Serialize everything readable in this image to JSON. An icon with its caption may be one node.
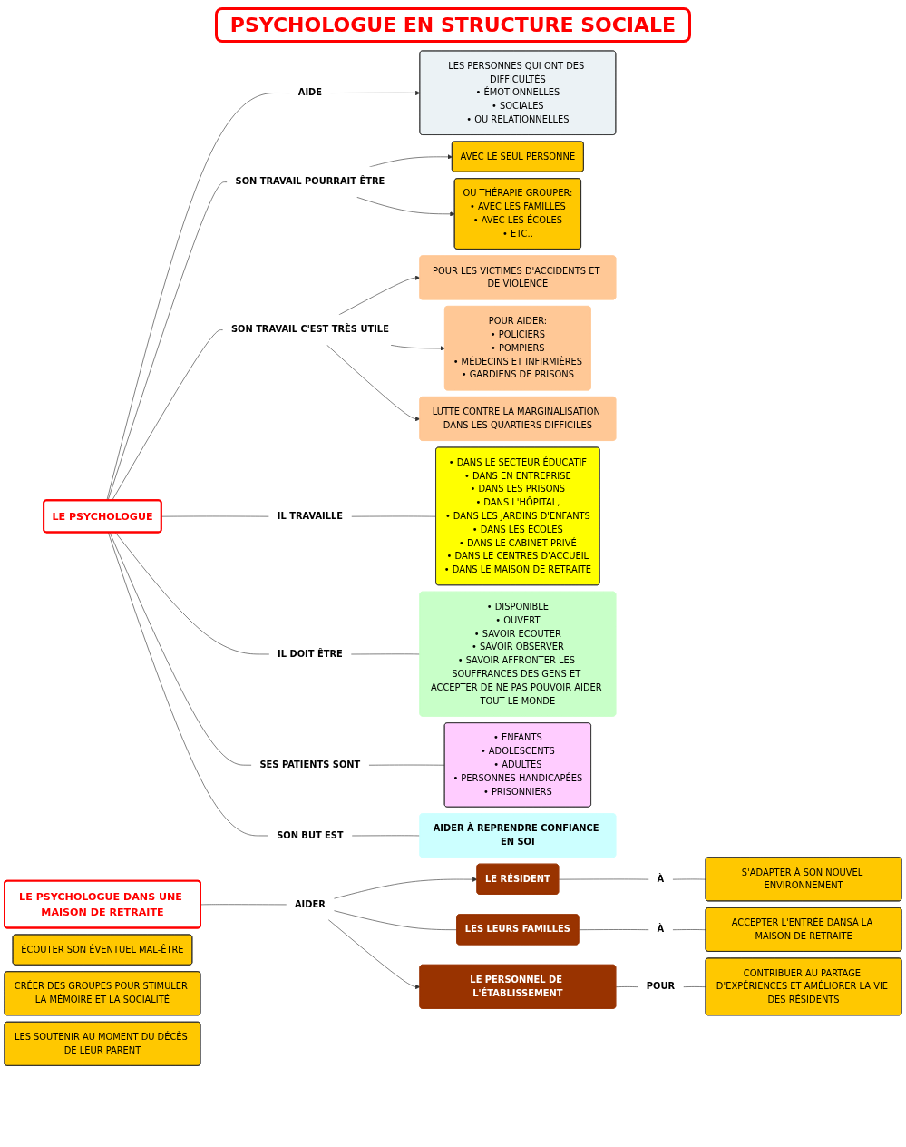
{
  "diagram": {
    "title": "PSYCHOLOGUE EN STRUCTURE SOCIALE",
    "nodes": [
      {
        "text": [
          "LE PSYCHOLOGUE"
        ]
      },
      {
        "text": [
          "AIDE"
        ]
      },
      {
        "text": [
          "LES PERSONNES QUI ONT DES DIFFICULTÉS",
          "• ÉMOTIONNELLES",
          "• SOCIALES",
          "• OU RELATIONNELLES"
        ]
      },
      {
        "text": [
          "SON TRAVAIL POURRAIT ÊTRE"
        ]
      },
      {
        "text": [
          "AVEC LE SEUL PERSONNE"
        ]
      },
      {
        "text": [
          "OU THÉRAPIE GROUPER:",
          "• AVEC LES FAMILLES",
          "• AVEC LES ÉCOLES",
          "• ETC.."
        ]
      },
      {
        "text": [
          "SON TRAVAIL C'EST TRÈS UTILE"
        ]
      },
      {
        "text": [
          "POUR LES VICTIMES D'ACCIDENTS ET DE VIOLENCE"
        ]
      },
      {
        "text": [
          "POUR AIDER:",
          "• POLICIERS",
          "• POMPIERS",
          "• MÉDECINS ET INFIRMIÈRES",
          "• GARDIENS DE PRISONS"
        ]
      },
      {
        "text": [
          "LUTTE CONTRE LA MARGINALISATION DANS LES QUARTIERS DIFFICILES"
        ]
      },
      {
        "text": [
          "IL TRAVAILLE"
        ]
      },
      {
        "text": [
          "• DANS LE SECTEUR ÉDUCATIF",
          "• DANS EN ENTREPRISE",
          "• DANS LES PRISONS",
          "• DANS L'HÔPITAL,",
          "• DANS LES JARDINS D'ENFANTS",
          "• DANS LES ÉCOLES",
          "• DANS LE CABINET PRIVÉ",
          "• DANS LE CENTRES D'ACCUEIL",
          "• DANS LE MAISON DE RETRAITE"
        ]
      },
      {
        "text": [
          "IL DOIT ÊTRE"
        ]
      },
      {
        "text": [
          "• DISPONIBLE",
          "• OUVERT",
          "• SAVOIR ECOUTER",
          "• SAVOIR OBSERVER",
          "• SAVOIR AFFRONTER LES SOUFFRANCES DES GENS ET ACCEPTER DE NE PAS POUVOIR AIDER TOUT LE MONDE"
        ]
      },
      {
        "text": [
          "SES PATIENTS SONT"
        ]
      },
      {
        "text": [
          "• ENFANTS",
          "• ADOLESCENTS",
          "• ADULTES",
          "• PERSONNES HANDICAPÉES",
          "• PRISONNIERS"
        ]
      },
      {
        "text": [
          "SON BUT EST"
        ]
      },
      {
        "text": [
          "AIDER À REPRENDRE CONFIANCE EN SOI"
        ]
      },
      {
        "text": [
          "LE PSYCHOLOGUE DANS UNE MAISON DE RETRAITE"
        ]
      },
      {
        "text": [
          "AIDER"
        ]
      },
      {
        "text": [
          "LE RÉSIDENT"
        ]
      },
      {
        "text": [
          "LES LEURS FAMILLES"
        ]
      },
      {
        "text": [
          "LE PERSONNEL DE L'ÉTABLISSEMENT"
        ]
      },
      {
        "text": [
          "À"
        ]
      },
      {
        "text": [
          "S'ADAPTER À SON NOUVEL ENVIRONNEMENT"
        ]
      },
      {
        "text": [
          "ÉCOUTER SON ÉVENTUEL MAL-ÊTRE"
        ]
      },
      {
        "text": [
          "CRÉER DES GROUPES POUR STIMULER LA MÉMOIRE ET LA SOCIALITÉ"
        ]
      },
      {
        "text": [
          "À"
        ]
      },
      {
        "text": [
          "ACCEPTER L'ENTRÉE DANSÀ LA MAISON DE RETRAITE"
        ]
      },
      {
        "text": [
          "LES SOUTENIR AU MOMENT DU DÉCÈS DE LEUR PARENT"
        ]
      },
      {
        "text": [
          "POUR"
        ]
      },
      {
        "text": [
          "CONTRIBUER AU PARTAGE D'EXPÉRIENCES ET AMÉLIORER LA VIE DES RÉSIDENTS"
        ]
      }
    ],
    "edges": [
      {
        "from": 0,
        "to": 1,
        "arrow": "none"
      },
      {
        "from": 1,
        "to": 2,
        "arrow": "to"
      },
      {
        "from": 0,
        "to": 3,
        "arrow": "none"
      },
      {
        "from": 3,
        "to": 4,
        "arrow": "to"
      },
      {
        "from": 3,
        "to": 5,
        "arrow": "to"
      },
      {
        "from": 0,
        "to": 6,
        "arrow": "none"
      },
      {
        "from": 6,
        "to": 7,
        "arrow": "to"
      },
      {
        "from": 6,
        "to": 8,
        "arrow": "to"
      },
      {
        "from": 6,
        "to": 9,
        "arrow": "to"
      },
      {
        "from": 0,
        "to": 10,
        "arrow": "none"
      },
      {
        "from": 10,
        "to": 11,
        "arrow": "none"
      },
      {
        "from": 0,
        "to": 12,
        "arrow": "none"
      },
      {
        "from": 12,
        "to": 13,
        "arrow": "none"
      },
      {
        "from": 0,
        "to": 14,
        "arrow": "none"
      },
      {
        "from": 14,
        "to": 15,
        "arrow": "none"
      },
      {
        "from": 0,
        "to": 16,
        "arrow": "none"
      },
      {
        "from": 16,
        "to": 17,
        "arrow": "none"
      },
      {
        "from": 18,
        "to": 19,
        "arrow": "none"
      },
      {
        "from": 19,
        "to": 20,
        "arrow": "to"
      },
      {
        "from": 19,
        "to": 21,
        "arrow": "none"
      },
      {
        "from": 19,
        "to": 22,
        "arrow": "to"
      },
      {
        "from": 20,
        "to": 23,
        "arrow": "none"
      },
      {
        "from": 23,
        "to": 24,
        "arrow": "none"
      },
      {
        "from": 21,
        "to": 27,
        "arrow": "none"
      },
      {
        "from": 27,
        "to": 28,
        "arrow": "none"
      },
      {
        "from": 22,
        "to": 30,
        "arrow": "none"
      },
      {
        "from": 30,
        "to": 31,
        "arrow": "none"
      }
    ]
  }
}
